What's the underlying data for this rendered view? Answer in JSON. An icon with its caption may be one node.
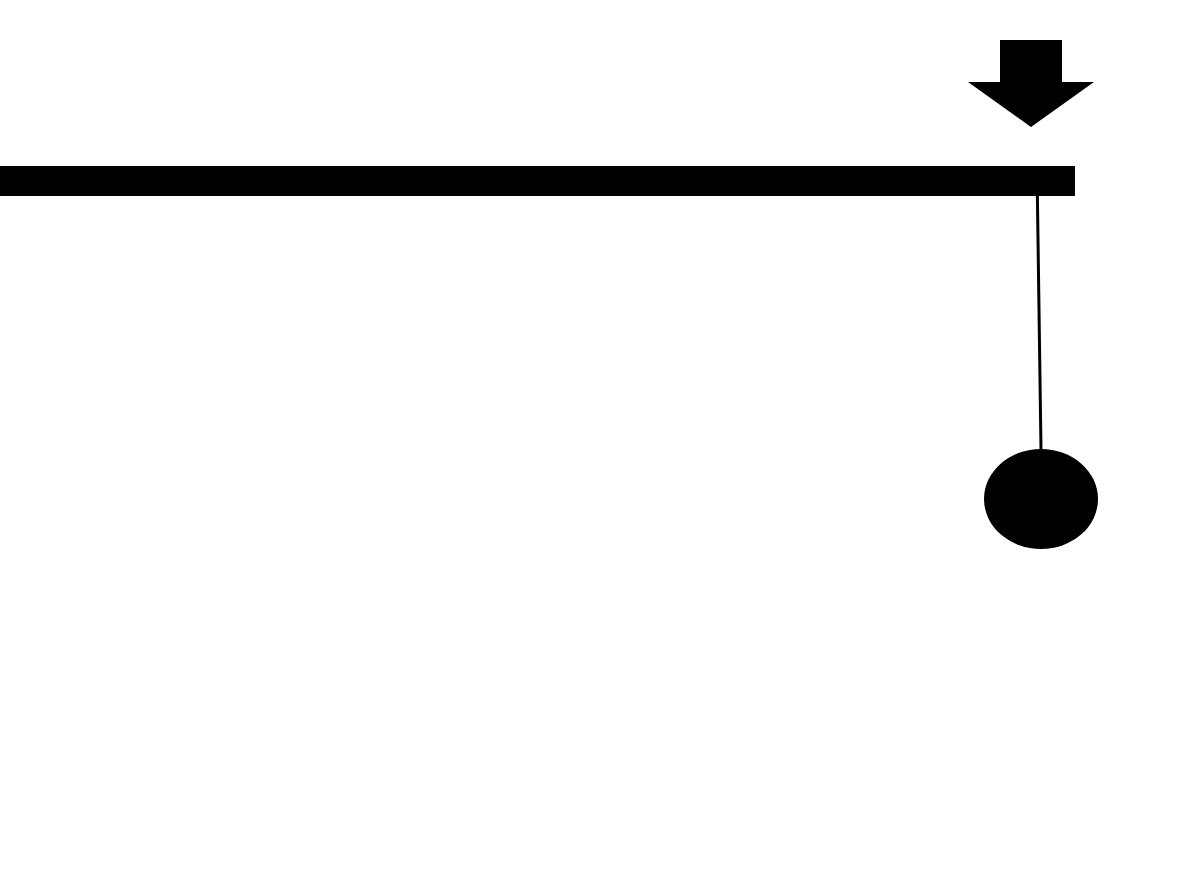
{
  "diagram": {
    "nodes": [
      {
        "text": [],
        "shape": "bar"
      },
      {
        "text": [],
        "shape": "circle"
      }
    ],
    "edges": [
      {
        "from": 0,
        "to": 1,
        "arrow": "none"
      }
    ]
  }
}
